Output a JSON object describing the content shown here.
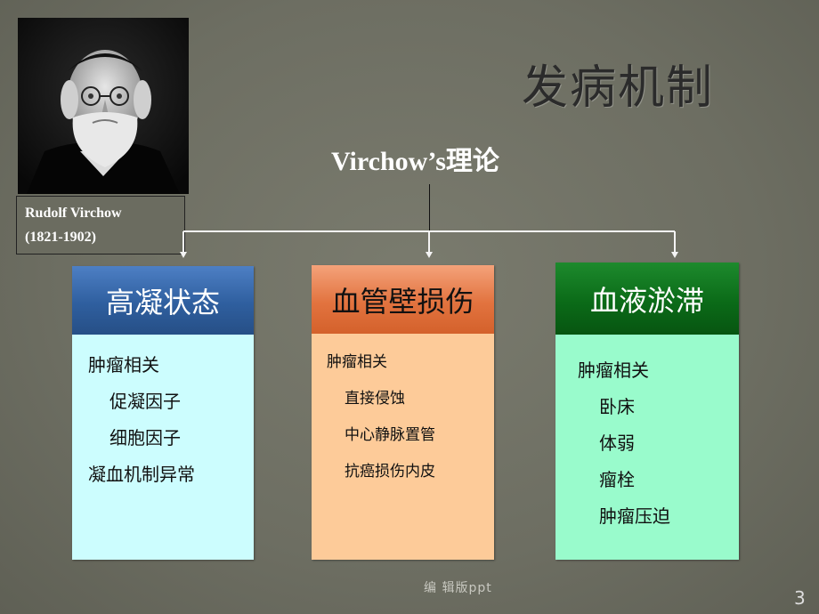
{
  "slide": {
    "title": "发病机制",
    "subtitle": "Virchow’s理论",
    "portrait_caption": [
      "Rudolf Virchow",
      "(1821-1902)"
    ],
    "cards": [
      {
        "heading": "高凝状态",
        "items": [
          "肿瘤相关",
          "促凝因子",
          "细胞因子",
          "凝血机制异常"
        ],
        "indented": [
          false,
          true,
          true,
          false
        ]
      },
      {
        "heading": "血管壁损伤",
        "items": [
          "肿瘤相关",
          "直接侵蚀",
          "中心静脉置管",
          "抗癌损伤内皮"
        ],
        "indented": [
          false,
          true,
          true,
          true
        ]
      },
      {
        "heading": "血液淤滞",
        "items": [
          "肿瘤相关",
          "卧床",
          "体弱",
          "瘤栓",
          "肿瘤压迫"
        ],
        "indented": [
          false,
          true,
          true,
          true,
          true
        ]
      }
    ],
    "footer": "编 辑版ppt",
    "page_number": "3"
  },
  "colors": {
    "background": "#6e6f63",
    "card1_header": "#2f5f9f",
    "card1_body": "#ccfdfe",
    "card2_header": "#e2733f",
    "card2_body": "#fdcb99",
    "card3_header": "#0b6b18",
    "card3_body": "#99fbcc"
  }
}
